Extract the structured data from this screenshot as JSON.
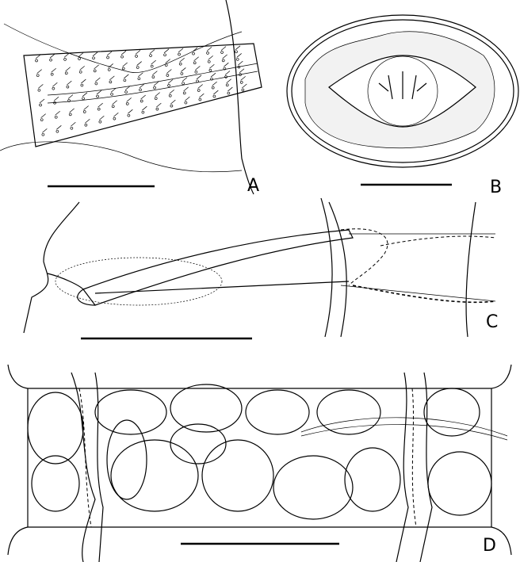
{
  "figure": {
    "panels": [
      {
        "label": "A"
      },
      {
        "label": "B"
      },
      {
        "label": "C"
      },
      {
        "label": "D"
      }
    ],
    "colors": {
      "line": "#000000",
      "background": "#ffffff"
    }
  }
}
